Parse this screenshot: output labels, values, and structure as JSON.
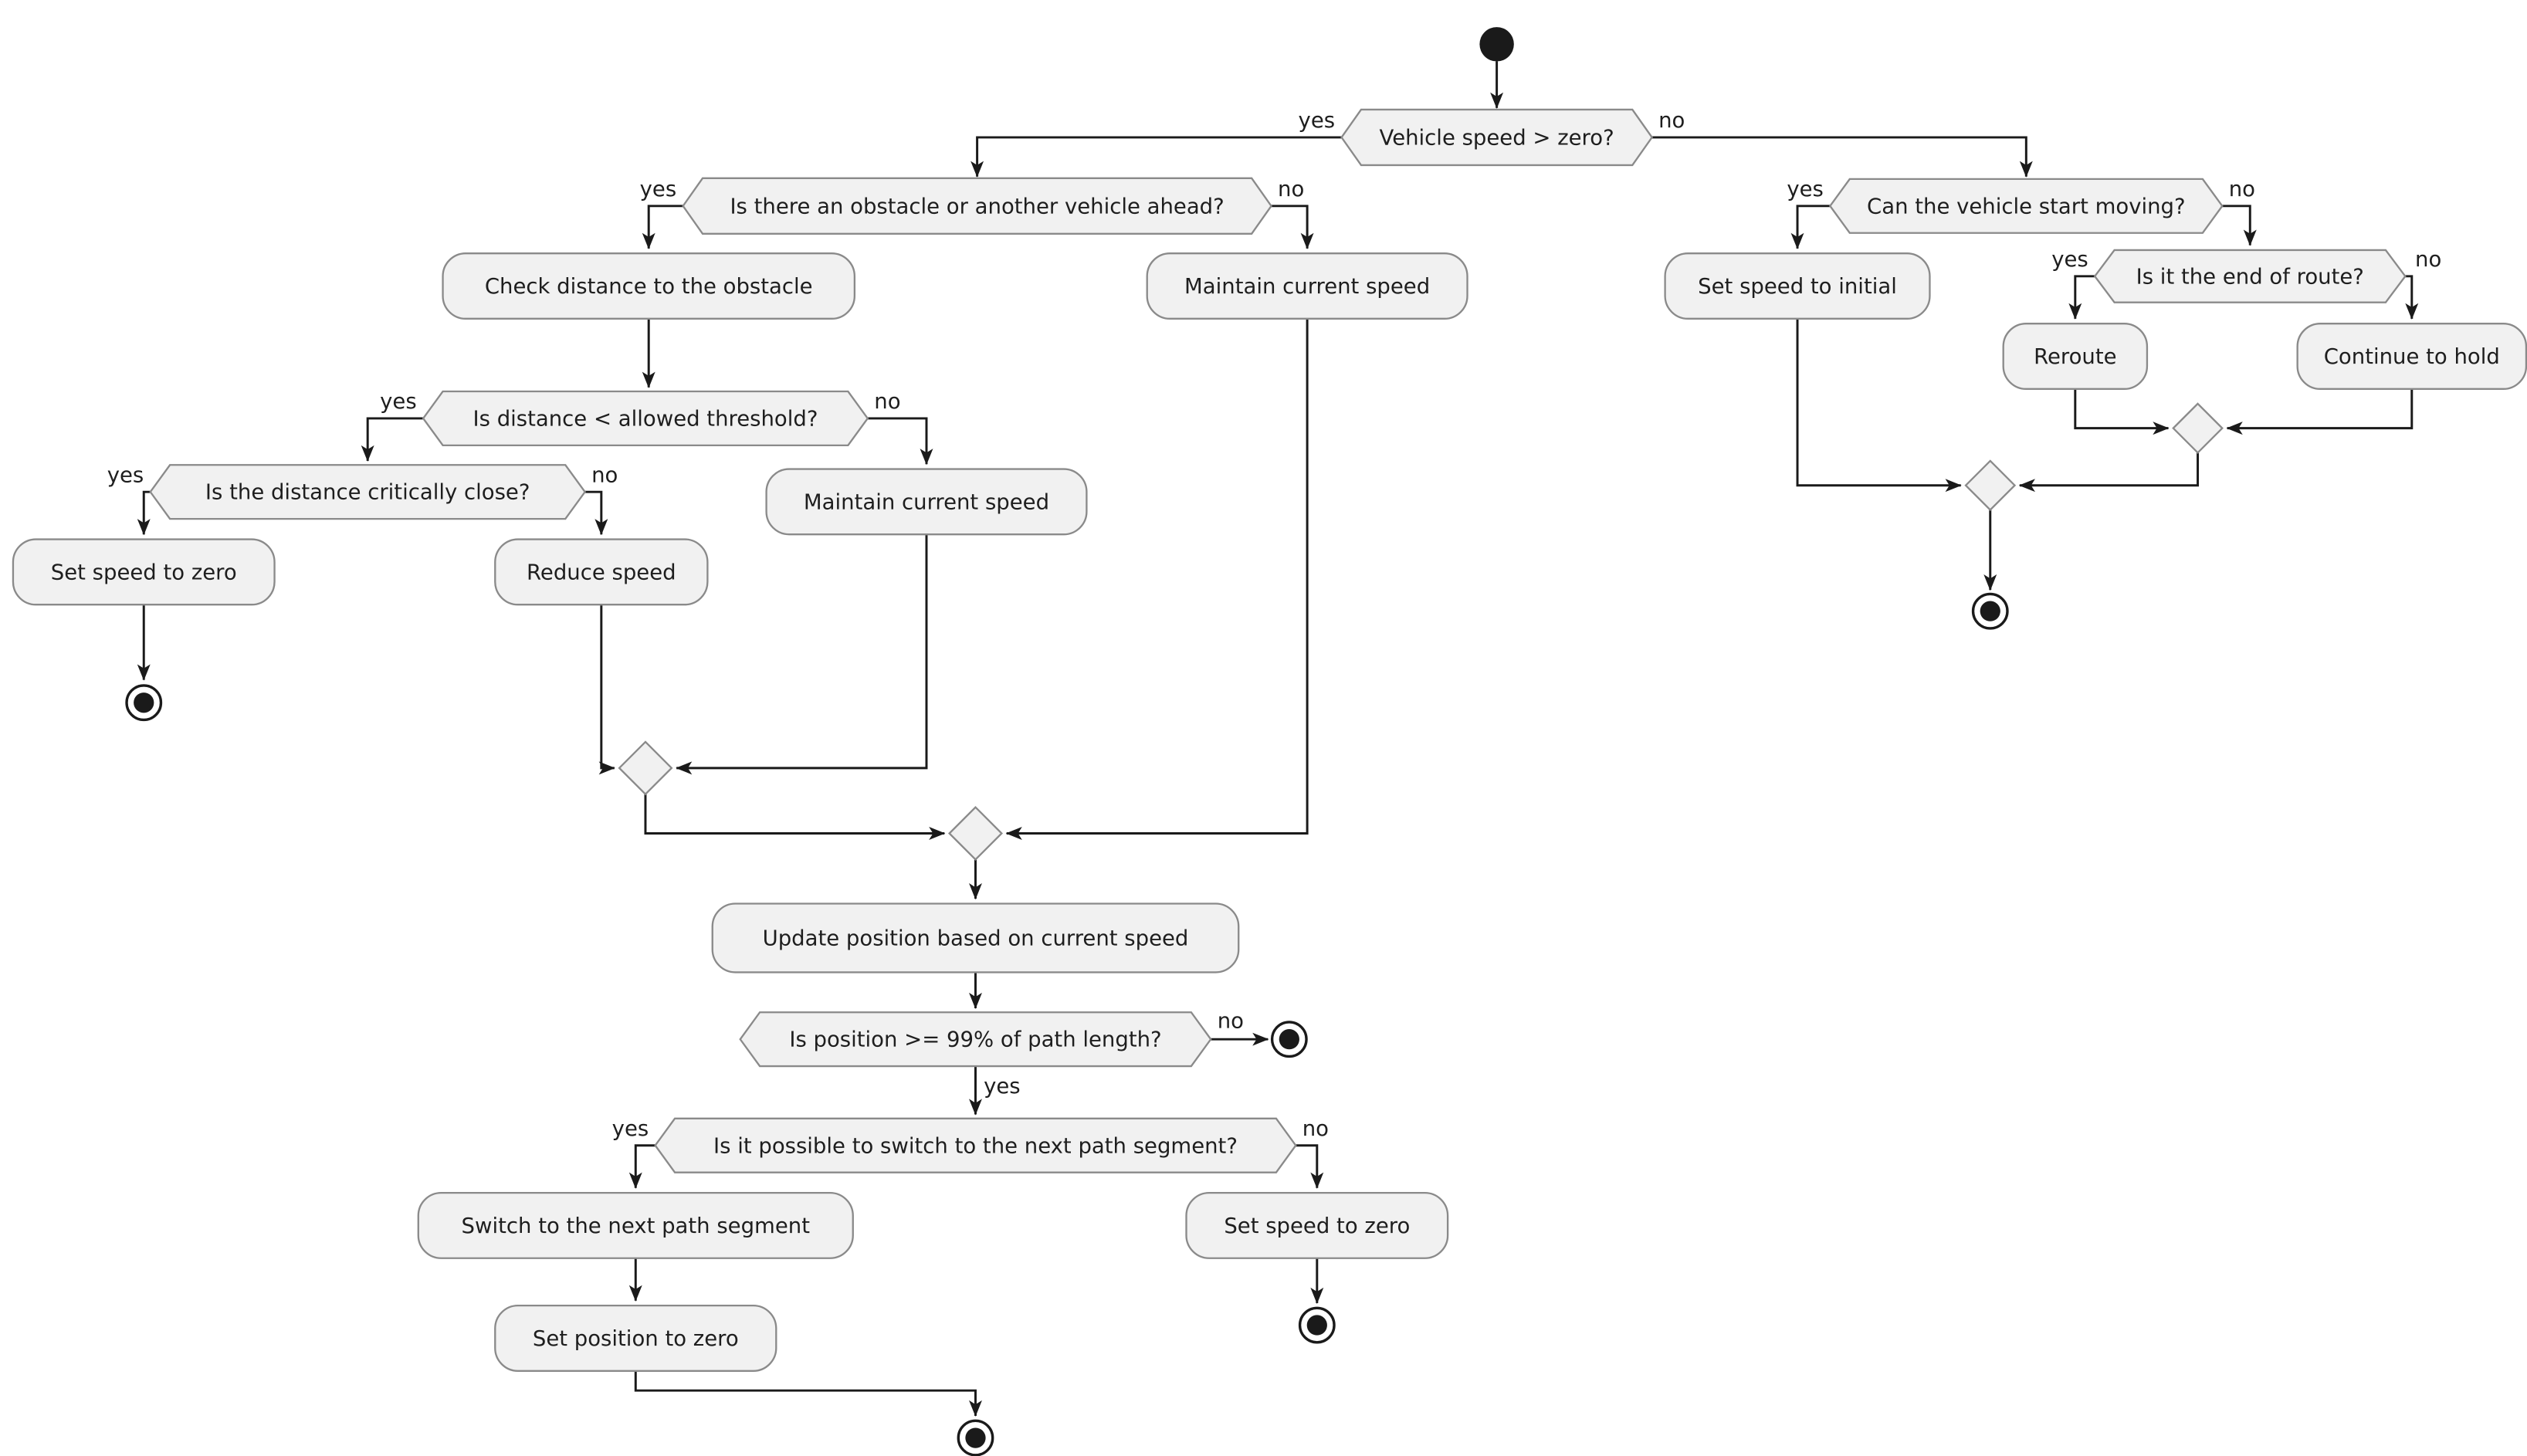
{
  "diagram": {
    "type": "activity-flowchart",
    "background": "#ffffff",
    "colors": {
      "node_fill": "#f1f1f1",
      "node_border": "#8a8a8a",
      "connector": "#1a1a1a",
      "text": "#1e1e1e"
    },
    "nodes": {
      "start": {
        "kind": "start-node"
      },
      "vehicle_speed_gt_zero": {
        "kind": "decision",
        "label": "Vehicle speed > zero?"
      },
      "obstacle_ahead": {
        "kind": "decision",
        "label": "Is there an obstacle or another vehicle ahead?"
      },
      "check_distance": {
        "kind": "action",
        "label": "Check distance to the obstacle"
      },
      "maintain_current_speed_1": {
        "kind": "action",
        "label": "Maintain current speed"
      },
      "distance_lt_threshold": {
        "kind": "decision",
        "label": "Is distance < allowed threshold?"
      },
      "distance_critically_close": {
        "kind": "decision",
        "label": "Is the distance critically close?"
      },
      "set_speed_to_zero_1": {
        "kind": "action",
        "label": "Set speed to zero"
      },
      "reduce_speed": {
        "kind": "action",
        "label": "Reduce speed"
      },
      "maintain_current_speed_2": {
        "kind": "action",
        "label": "Maintain current speed"
      },
      "update_position": {
        "kind": "action",
        "label": "Update position based on current speed"
      },
      "position_ge_99": {
        "kind": "decision",
        "label": "Is position >= 99% of path length?"
      },
      "switch_possible": {
        "kind": "decision",
        "label": "Is it possible to switch to the next path segment?"
      },
      "switch_next_segment": {
        "kind": "action",
        "label": "Switch to the next path segment"
      },
      "set_position_to_zero": {
        "kind": "action",
        "label": "Set position to zero"
      },
      "set_speed_to_zero_2": {
        "kind": "action",
        "label": "Set speed to zero"
      },
      "can_start_moving": {
        "kind": "decision",
        "label": "Can the vehicle start moving?"
      },
      "set_speed_to_initial": {
        "kind": "action",
        "label": "Set speed to initial"
      },
      "end_of_route": {
        "kind": "decision",
        "label": "Is it the end of route?"
      },
      "reroute": {
        "kind": "action",
        "label": "Reroute"
      },
      "continue_to_hold": {
        "kind": "action",
        "label": "Continue to hold"
      }
    },
    "edge_labels": {
      "yes": "yes",
      "no": "no"
    }
  }
}
